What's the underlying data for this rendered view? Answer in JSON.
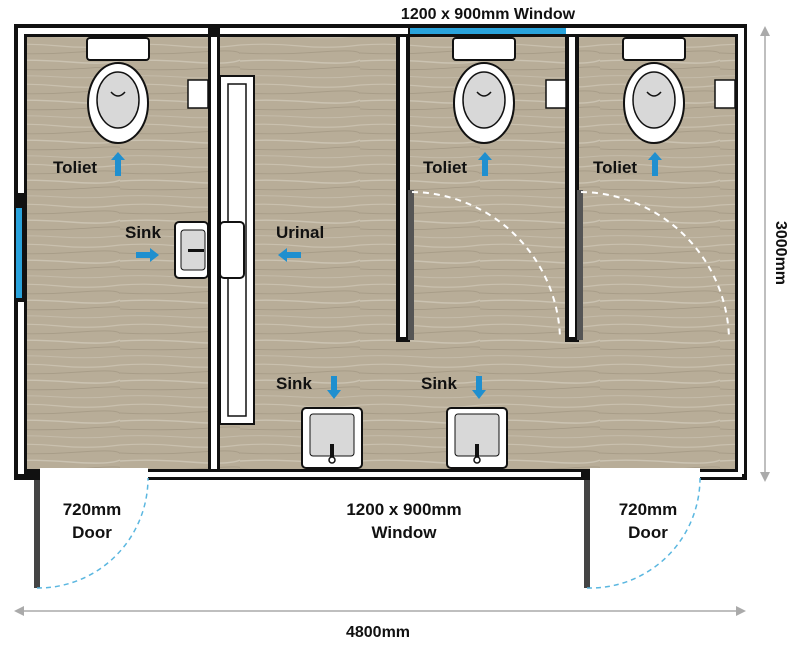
{
  "labels": {
    "top_window": "1200 x 900mm Window",
    "side_dimension": "3000mm",
    "bottom_dimension": "4800mm",
    "bottom_window_line1": "1200 x 900mm",
    "bottom_window_line2": "Window",
    "door_left_line1": "720mm",
    "door_left_line2": "Door",
    "door_right_line1": "720mm",
    "door_right_line2": "Door"
  },
  "fixtures": {
    "toilet_label": "Toliet",
    "sink_label": "Sink",
    "urinal_label": "Urinal"
  },
  "colors": {
    "wall": "#111111",
    "floor": "#b8ad98",
    "window": "#29a3dc",
    "arrow": "#1f8fcf",
    "door_swing": "#5bb7e0"
  }
}
